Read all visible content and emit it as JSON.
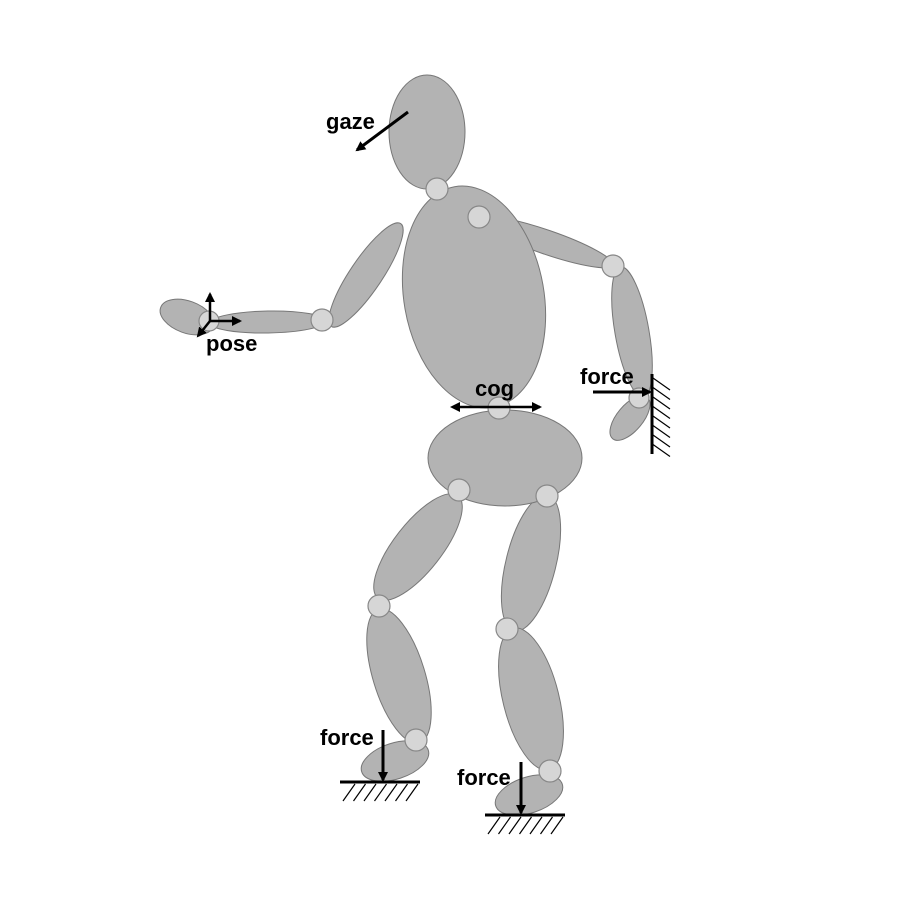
{
  "labels": {
    "gaze": "gaze",
    "pose": "pose",
    "cog": "cog",
    "force_hand": "force",
    "force_left_foot": "force",
    "force_right_foot": "force"
  },
  "colors": {
    "body": "#b3b3b3",
    "joint": "#d6d6d6",
    "ink": "#000000",
    "background": "#ffffff"
  }
}
